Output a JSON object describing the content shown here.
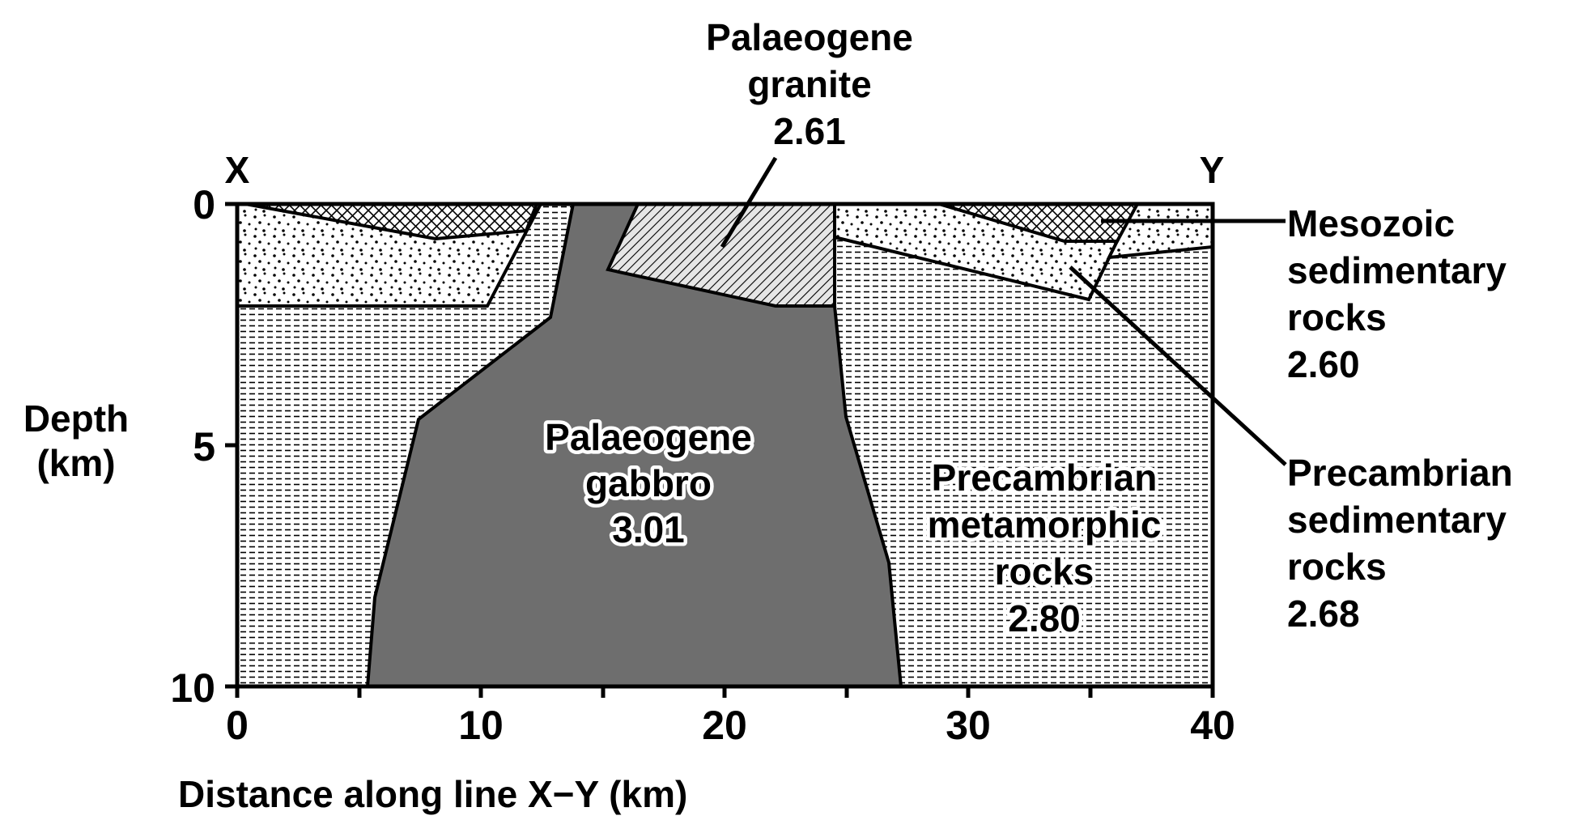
{
  "section": {
    "end_left": "X",
    "end_right": "Y",
    "y_axis": {
      "label_line1": "Depth",
      "label_line2": "(km)",
      "ticks": [
        "0",
        "5",
        "10"
      ]
    },
    "x_axis": {
      "label": "Distance along line X−Y (km)",
      "ticks": [
        "0",
        "10",
        "20",
        "30",
        "40"
      ]
    }
  },
  "units": {
    "granite": {
      "line1": "Palaeogene",
      "line2": "granite",
      "density": "2.61"
    },
    "gabbro": {
      "line1": "Palaeogene",
      "line2": "gabbro",
      "density": "3.01"
    },
    "metamorphic": {
      "line1": "Precambrian",
      "line2": "metamorphic",
      "line3": "rocks",
      "density": "2.80"
    },
    "mesozoic": {
      "line1": "Mesozoic",
      "line2": "sedimentary",
      "line3": "rocks",
      "density": "2.60"
    },
    "precambrian_sed": {
      "line1": "Precambrian",
      "line2": "sedimentary",
      "line3": "rocks",
      "density": "2.68"
    }
  },
  "colors": {
    "gabbro_fill": "#6e6e6e",
    "line": "#000000",
    "background": "#ffffff"
  }
}
